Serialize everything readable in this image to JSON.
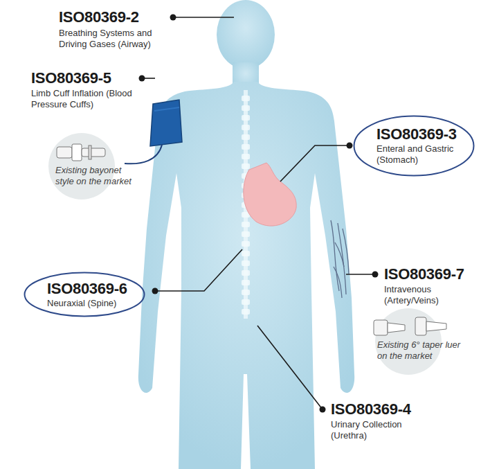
{
  "diagram": {
    "nodes": [
      {
        "text": [
          "ISO80369-3",
          "Enteral and Gastric (Stomach)"
        ]
      },
      {
        "text": [
          "ISO80369-6",
          "Neuraxial (Spine)"
        ]
      }
    ],
    "labels": [
      "ISO80369-2",
      "Breathing Systems and Driving Gases (Airway)",
      "ISO80369-5",
      "Limb Cuff Inflation (Blood Pressure Cuffs)",
      "Existing bayonet style on the market",
      "ISO80369-7",
      "Intravenous (Artery/Veins)",
      "Existing 6° taper luer on the market",
      "ISO80369-4",
      "Urinary Collection (Urethra)"
    ]
  }
}
